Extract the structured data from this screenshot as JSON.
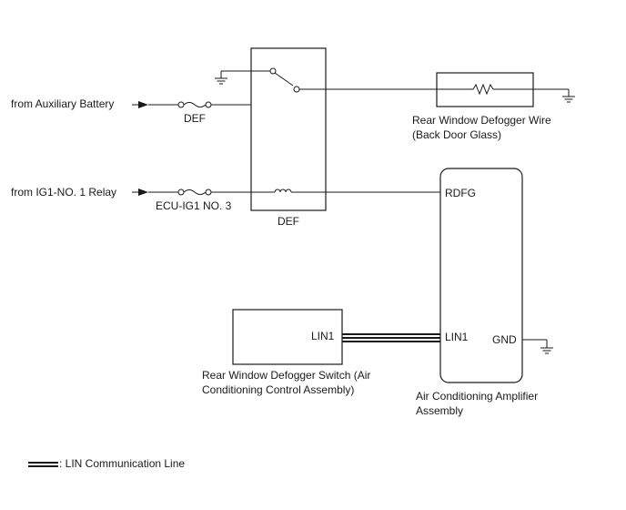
{
  "labels": {
    "aux_battery": "from Auxiliary Battery",
    "ig1_relay": "from IG1-NO. 1 Relay",
    "fuse_def": "DEF",
    "fuse_ecu": "ECU-IG1 NO. 3",
    "relay_def": "DEF",
    "defogger_wire_line1": "Rear Window Defogger Wire",
    "defogger_wire_line2": "(Back Door Glass)",
    "rdfg": "RDFG",
    "lin1_amp": "LIN1",
    "gnd": "GND",
    "lin1_switch": "LIN1",
    "switch_line1": "Rear Window Defogger Switch (Air",
    "switch_line2": "Conditioning Control Assembly)",
    "amp_line1": "Air Conditioning Amplifier",
    "amp_line2": "Assembly",
    "legend": ": LIN Communication Line"
  },
  "colors": {
    "line": "#1a1a1a",
    "background": "#ffffff"
  }
}
